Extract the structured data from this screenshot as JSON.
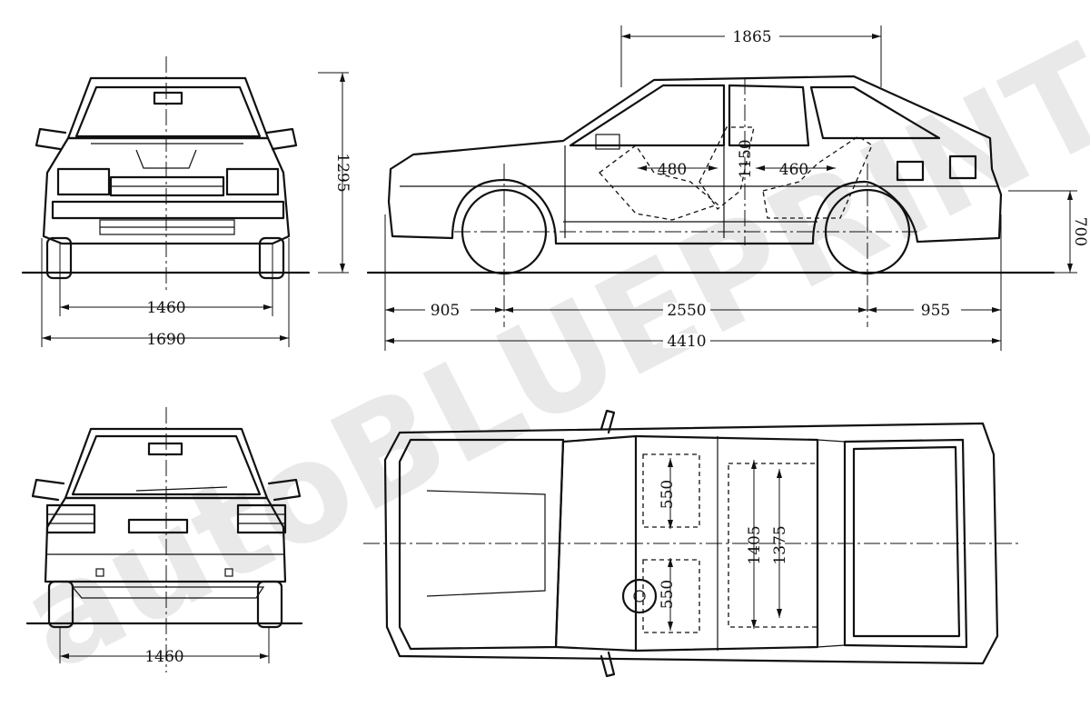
{
  "watermark": "autoBLUEPRINT.ru",
  "dimensions": {
    "front_track": "1460",
    "overall_width": "1690",
    "height": "1295",
    "roof_length": "1865",
    "front_legroom": "480",
    "rear_legroom": "460",
    "headroom": "1150",
    "ground_to_bumper": "700",
    "front_overhang": "905",
    "wheelbase": "2550",
    "rear_overhang": "955",
    "overall_length": "4410",
    "rear_track": "1460",
    "seat_width_front": "550",
    "seat_width_rear": "550",
    "interior_width_front": "1405",
    "interior_width_rear": "1375"
  }
}
